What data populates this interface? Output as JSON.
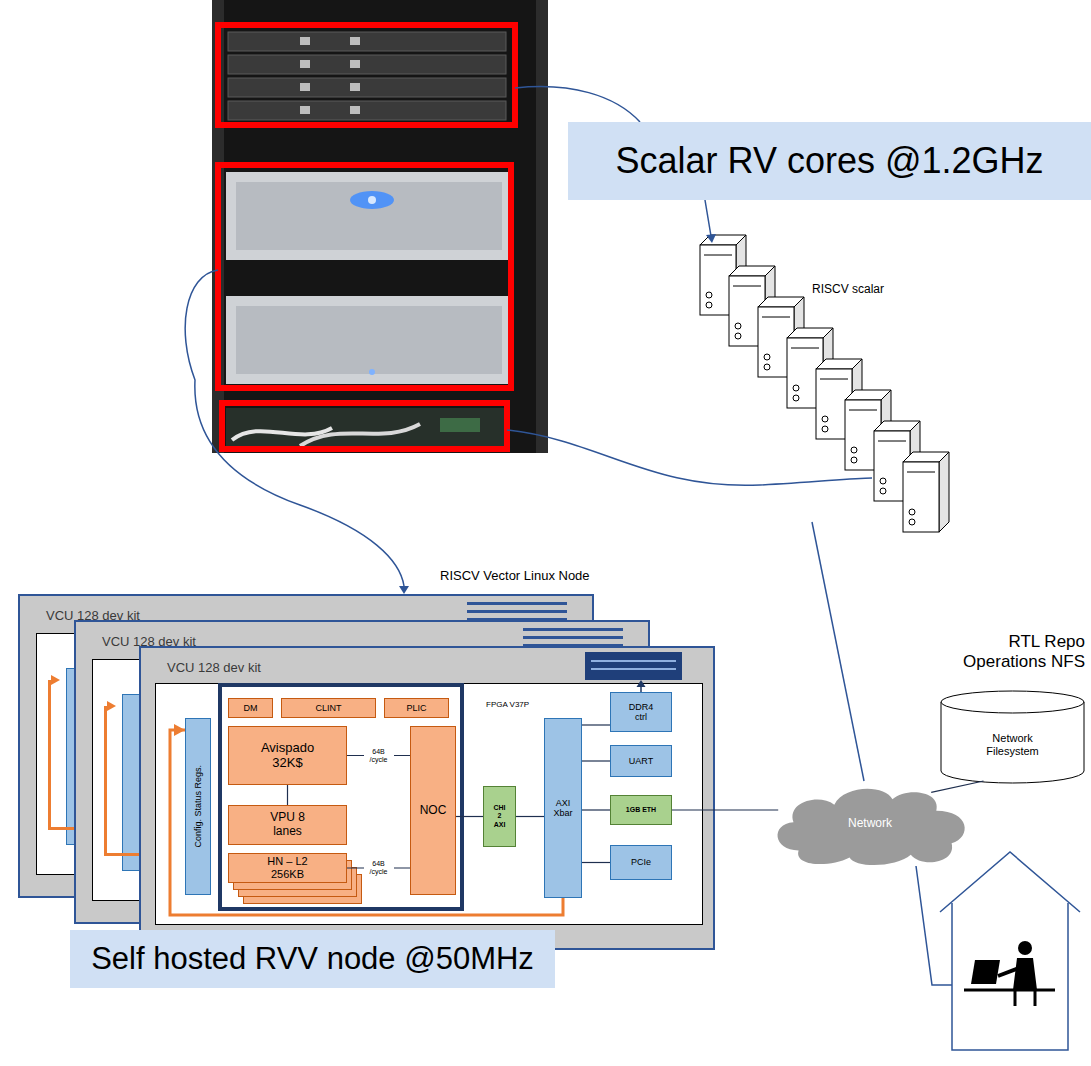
{
  "diagram": {
    "nodes": [
      {
        "text": [
          "Scalar RV cores @1.2GHz"
        ]
      },
      {
        "text": [
          "VCU 128 dev kit"
        ]
      },
      {
        "text": [
          "VCU 128 dev kit"
        ]
      },
      {
        "text": [
          "VCU 128 dev kit"
        ]
      },
      {
        "text": [
          "FPGA V37P"
        ],
        "in": 3
      },
      {
        "text": [
          "Config. Status Regs."
        ],
        "in": 4
      },
      {
        "text": [
          "DM"
        ],
        "in": 4
      },
      {
        "text": [
          "CLINT"
        ],
        "in": 4
      },
      {
        "text": [
          "PLIC"
        ],
        "in": 4
      },
      {
        "text": [
          "Avispado 32K$"
        ],
        "in": 4
      },
      {
        "text": [
          "VPU 8 lanes"
        ],
        "in": 4
      },
      {
        "text": [
          "HN – L2 256KB"
        ],
        "in": 4
      },
      {
        "text": [
          "NOC"
        ],
        "in": 4
      },
      {
        "text": [
          "CHI 2 AXI"
        ],
        "in": 4
      },
      {
        "text": [
          "AXI Xbar"
        ],
        "in": 4
      },
      {
        "text": [
          "DDR4 ctrl"
        ],
        "in": 4
      },
      {
        "text": [
          "UART"
        ],
        "in": 4
      },
      {
        "text": [
          "1GB ETH"
        ],
        "in": 4
      },
      {
        "text": [
          "PCIe"
        ],
        "in": 4
      },
      {
        "text": [
          "Network"
        ]
      },
      {
        "text": [
          "Network Filesystem"
        ]
      },
      {
        "text": [
          "Self hosted RVV node @50MHz"
        ]
      }
    ],
    "edges": [
      {
        "from": 9,
        "to": 10,
        "arrow": "none"
      },
      {
        "from": 9,
        "to": 12,
        "label": "64B /cycle",
        "arrow": "none"
      },
      {
        "from": 11,
        "to": 12,
        "label": "64B /cycle",
        "arrow": "none"
      },
      {
        "from": 12,
        "to": 13,
        "arrow": "none"
      },
      {
        "from": 13,
        "to": 14,
        "arrow": "none"
      },
      {
        "from": 14,
        "to": 15,
        "arrow": "none"
      },
      {
        "from": 14,
        "to": 16,
        "arrow": "none"
      },
      {
        "from": 14,
        "to": 17,
        "arrow": "none"
      },
      {
        "from": 14,
        "to": 18,
        "arrow": "none"
      },
      {
        "from": 14,
        "to": 5,
        "arrow": "to"
      },
      {
        "from": 17,
        "to": 19,
        "arrow": "none"
      },
      {
        "from": 19,
        "to": 20,
        "arrow": "none"
      }
    ],
    "labels": [
      "RISCV scalar",
      "RISCV Vector Linux Node",
      "RTL Repo Operations NFS"
    ]
  }
}
